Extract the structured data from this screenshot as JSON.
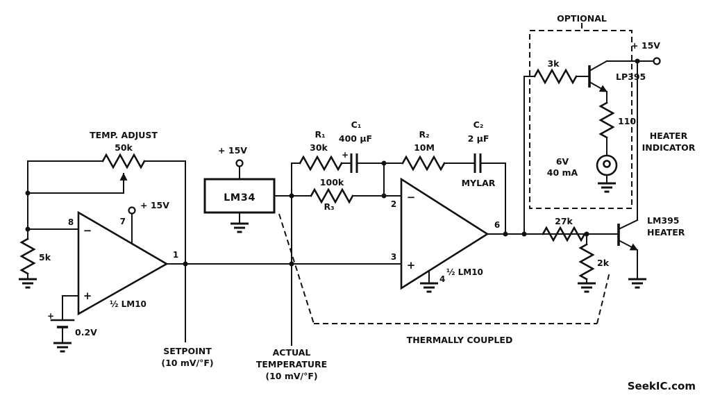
{
  "diagram": {
    "type": "circuit-schematic",
    "description": "Temperature controller: LM34 sensor, two half-LM10 op amps, LP395 indicator driver, LM395 heater",
    "watermark": "SeekIC.com"
  },
  "colors": {
    "ink": "#111111",
    "background": "#ffffff",
    "watermark": "#a0a0a0"
  },
  "labels": {
    "temp_adjust": "TEMP. ADJUST",
    "pot_50k": "50k",
    "r_5k": "5k",
    "pin1": "1",
    "pin2": "2",
    "pin3": "3",
    "pin4": "4",
    "pin6": "6",
    "pin7": "7",
    "pin8": "8",
    "plus_15v": "+ 15V",
    "minus": "−",
    "plus": "+",
    "opamp_half_lm10": "½ LM10",
    "battery_value": "0.2V",
    "setpoint_line1": "SETPOINT",
    "setpoint_line2": "(10 mV/°F)",
    "lm34": "LM34",
    "actual_line1": "ACTUAL",
    "actual_line2": "TEMPERATURE",
    "actual_line3": "(10 mV/°F)",
    "r1_name": "R₁",
    "r1_value": "30k",
    "c1_name": "C₁",
    "c1_value": "400 μF",
    "r3_name": "R₃",
    "r3_value": "100k",
    "r2_name": "R₂",
    "r2_value": "10M",
    "c2_name": "C₂",
    "c2_value": "2 μF",
    "c2_mylar": "MYLAR",
    "optional": "OPTIONAL",
    "r_3k": "3k",
    "lp395": "LP395",
    "r_110": "110",
    "lamp_volts": "6V",
    "lamp_current": "40 mA",
    "heater_ind_line1": "HEATER",
    "heater_ind_line2": "INDICATOR",
    "r_27k": "27k",
    "r_2k": "2k",
    "lm395_line1": "LM395",
    "lm395_line2": "HEATER",
    "thermally_coupled": "THERMALLY COUPLED"
  }
}
